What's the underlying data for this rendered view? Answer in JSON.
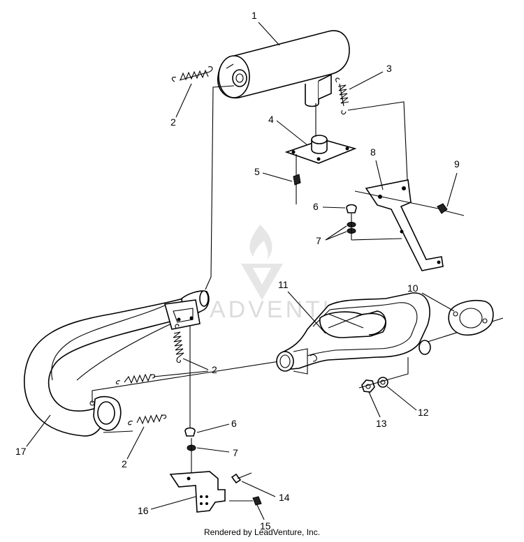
{
  "callouts": {
    "c1": "1",
    "c2a": "2",
    "c2b": "2",
    "c2c": "2",
    "c3": "3",
    "c4": "4",
    "c5": "5",
    "c6a": "6",
    "c6b": "6",
    "c7a": "7",
    "c7b": "7",
    "c8": "8",
    "c9": "9",
    "c10": "10",
    "c11": "11",
    "c12": "12",
    "c13": "13",
    "c14": "14",
    "c15": "15",
    "c16": "16",
    "c17": "17"
  },
  "watermark": "ADVENTURE",
  "footer": "Rendered by LeadVenture, Inc."
}
